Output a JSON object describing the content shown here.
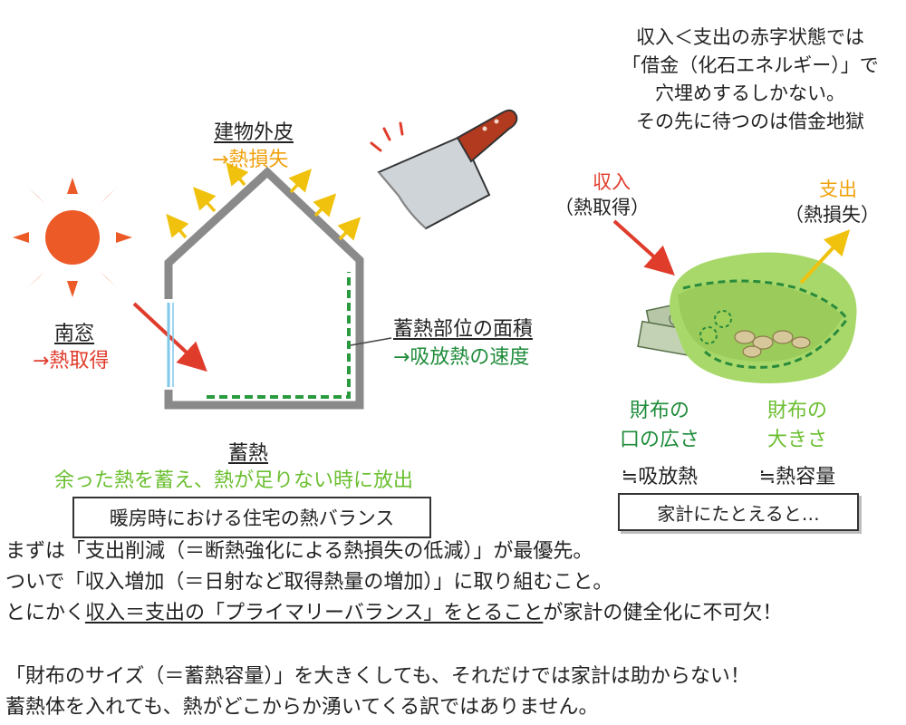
{
  "house": {
    "envelope_label": "建物外皮",
    "envelope_sub": "→熱損失",
    "window_label": "南窓",
    "window_sub": "→熱取得",
    "storage_area_label": "蓄熱部位の面積",
    "storage_area_sub": "→吸放熱の速度",
    "storage_label": "蓄熱",
    "storage_sub": "余った熱を蓄え、熱が足りない時に放出",
    "caption": "暖房時における住宅の熱バランス"
  },
  "budget": {
    "heading_lines": [
      "収入＜支出の赤字状態では",
      "「借金（化石エネルギー）」で",
      "穴埋めするしかない。",
      "その先に待つのは借金地獄"
    ],
    "income_label": "収入",
    "income_sub": "（熱取得）",
    "expense_label": "支出",
    "expense_sub": "（熱損失）",
    "mouth_label_1": "財布の",
    "mouth_label_2": "口の広さ",
    "mouth_sub": "≒吸放熱",
    "size_label_1": "財布の",
    "size_label_2": "大きさ",
    "size_sub": "≒熱容量",
    "caption": "家計にたとえると…"
  },
  "notes": {
    "line1": "まずは「支出削減（＝断熱強化による熱損失の低減）」が最優先。",
    "line2": "ついで「収入増加（＝日射など取得熱量の増加）」に取り組むこと。",
    "line3_pre": "とにかく",
    "line3_ul": "収入＝支出の「プライマリーバランス」をとること",
    "line3_post": "が家計の健全化に不可欠！",
    "line4": "「財布のサイズ（＝蓄熱容量）」を大きくしても、それだけでは家計は助からない！",
    "line5": "蓄熱体を入れても、熱がどこからか湧いてくる訳ではありません。"
  },
  "colors": {
    "heat_gain": "#e03c2c",
    "heat_loss": "#f0a10e",
    "storage": "#1e8c3a",
    "wallet": "#a8d86a",
    "storage_text": "#6bbf30"
  },
  "icons": [
    "sun-icon",
    "cleaver-icon",
    "wallet-icon",
    "money-icon"
  ]
}
